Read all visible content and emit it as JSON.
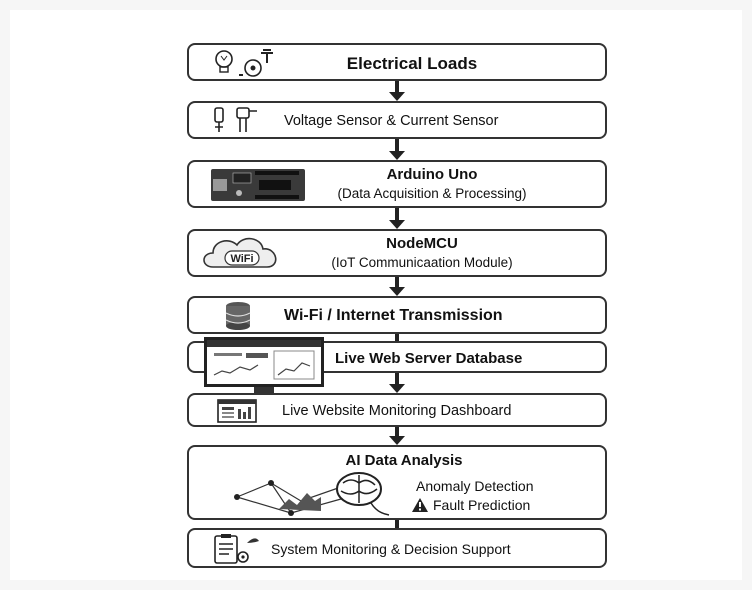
{
  "steps": [
    {
      "title": "Electrical Loads",
      "icon": "light-bulb-icon"
    },
    {
      "title": "Voltage Sensor & Current Sensor",
      "icon": "sensor-probe-icon"
    },
    {
      "title": "Arduino Uno",
      "subtitle": "(Data Acquisition & Processing)",
      "icon": "arduino-board-icon"
    },
    {
      "title": "NodeMCU",
      "subtitle": "(IoT Communicaation Module)",
      "icon": "wifi-cloud-icon",
      "icon_text": "WiFi"
    },
    {
      "title": "Wi-Fi / Internet Transmission",
      "icon": "database-icon"
    },
    {
      "title": "Live Web Server Database",
      "icon": "monitor-icon"
    },
    {
      "title": "Live Website Monitoring Dashboard",
      "icon": "dashboard-icon"
    },
    {
      "title": "AI Data Analysis",
      "icon": "brain-network-icon",
      "items": [
        "Anomaly Detection",
        "Fault Prediction"
      ]
    },
    {
      "title": "System Monitoring & Decision Support",
      "icon": "clipboard-gear-icon"
    }
  ]
}
